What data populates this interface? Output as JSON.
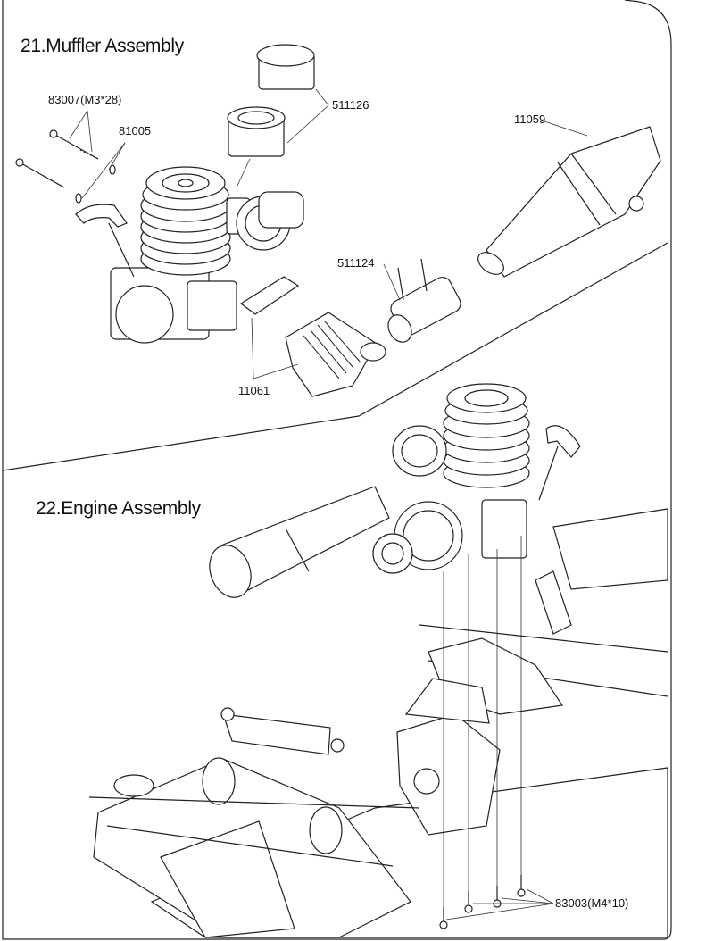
{
  "sections": {
    "muffler": {
      "title": "21.Muffler Assembly"
    },
    "engine": {
      "title": "22.Engine Assembly"
    }
  },
  "parts": {
    "screw_m3x28": "83007(M3*28)",
    "washer": "81005",
    "muffler_spacer": "511126",
    "muffler_pipe": "11059",
    "coupler": "511124",
    "header_gasket": "11061",
    "screw_m4x10": "83003(M4*10)"
  }
}
